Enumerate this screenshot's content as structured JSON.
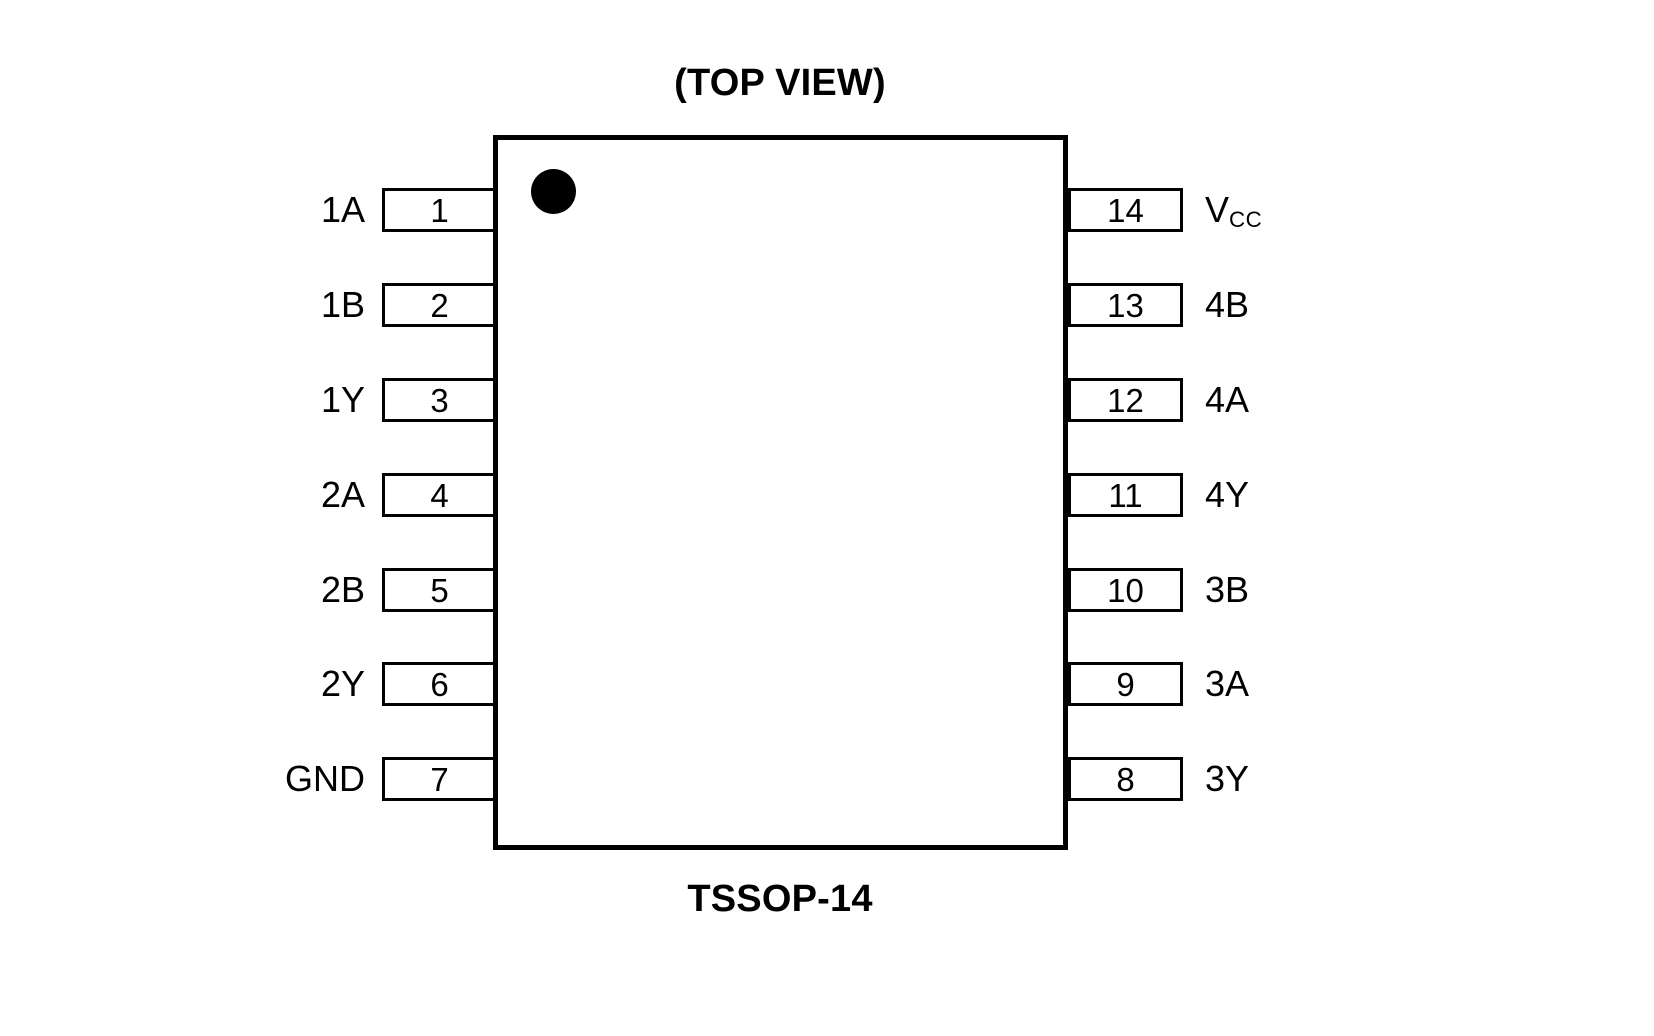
{
  "diagram": {
    "view_title": "(TOP VIEW)",
    "package_caption": "TSSOP-14",
    "pin1_marker": "pin-1-dot",
    "colors": {
      "outline": "#000000",
      "background": "#ffffff",
      "text": "#000000"
    },
    "left_pins": [
      {
        "number": "1",
        "signal": "1A",
        "sub": ""
      },
      {
        "number": "2",
        "signal": "1B",
        "sub": ""
      },
      {
        "number": "3",
        "signal": "1Y",
        "sub": ""
      },
      {
        "number": "4",
        "signal": "2A",
        "sub": ""
      },
      {
        "number": "5",
        "signal": "2B",
        "sub": ""
      },
      {
        "number": "6",
        "signal": "2Y",
        "sub": ""
      },
      {
        "number": "7",
        "signal": "GND",
        "sub": ""
      }
    ],
    "right_pins": [
      {
        "number": "14",
        "signal": "V",
        "sub": "CC"
      },
      {
        "number": "13",
        "signal": "4B",
        "sub": ""
      },
      {
        "number": "12",
        "signal": "4A",
        "sub": ""
      },
      {
        "number": "11",
        "signal": "4Y",
        "sub": ""
      },
      {
        "number": "10",
        "signal": "3B",
        "sub": ""
      },
      {
        "number": "9",
        "signal": "3A",
        "sub": ""
      },
      {
        "number": "8",
        "signal": "3Y",
        "sub": ""
      }
    ]
  }
}
